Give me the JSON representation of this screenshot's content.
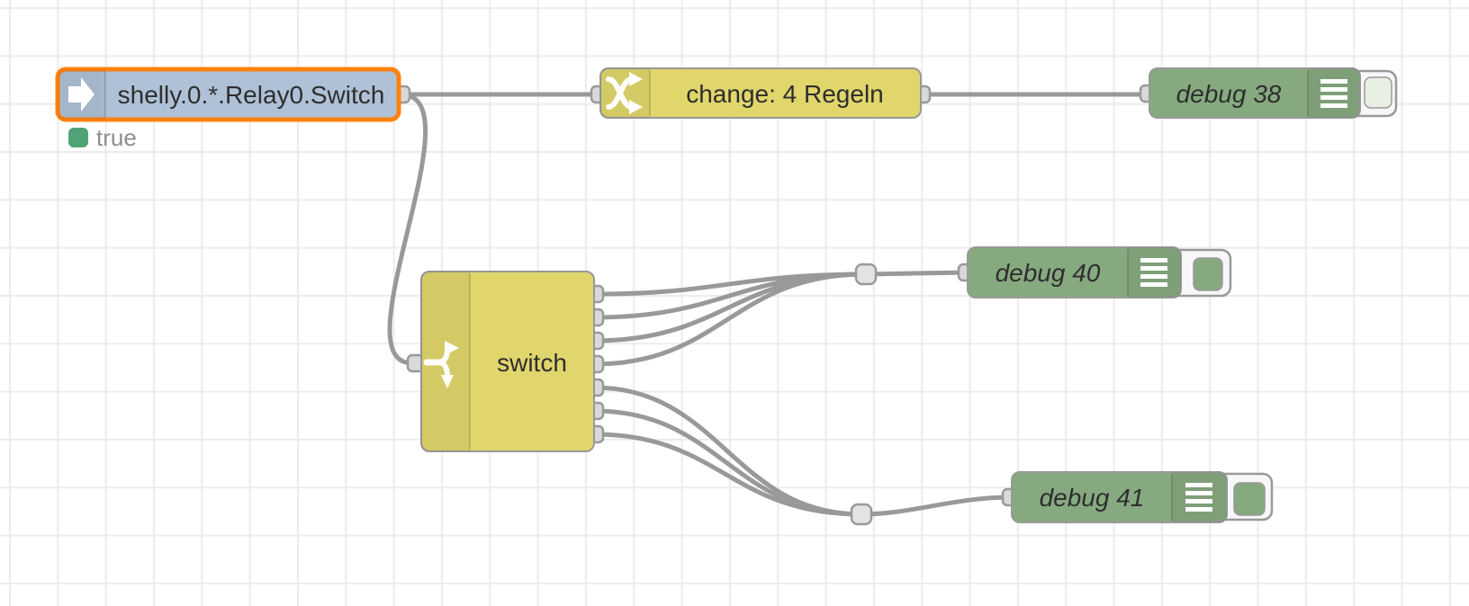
{
  "app_context": "Node-RED flow editor canvas",
  "colors": {
    "canvas_bg": "#ffffff",
    "grid_line": "#ececec",
    "node_blue": "#aec1d6",
    "node_yellow": "#e0d66b",
    "node_green": "#87a980",
    "selection_orange": "#ff810d",
    "wire_gray": "#999999",
    "status_green": "#50a377",
    "toggle_active_green": "#87a980",
    "toggle_inactive_pale": "#e8efe3"
  },
  "nodes": {
    "iobroker_in": {
      "label": "shelly.0.*.Relay0.Switch",
      "selected": true,
      "status_text": "true"
    },
    "change": {
      "label": "change: 4 Regeln"
    },
    "switch": {
      "label": "switch",
      "outputs": 7
    },
    "debug38": {
      "label": "debug 38",
      "enabled": false
    },
    "debug40": {
      "label": "debug 40",
      "enabled": true
    },
    "debug41": {
      "label": "debug 41",
      "enabled": true
    }
  }
}
